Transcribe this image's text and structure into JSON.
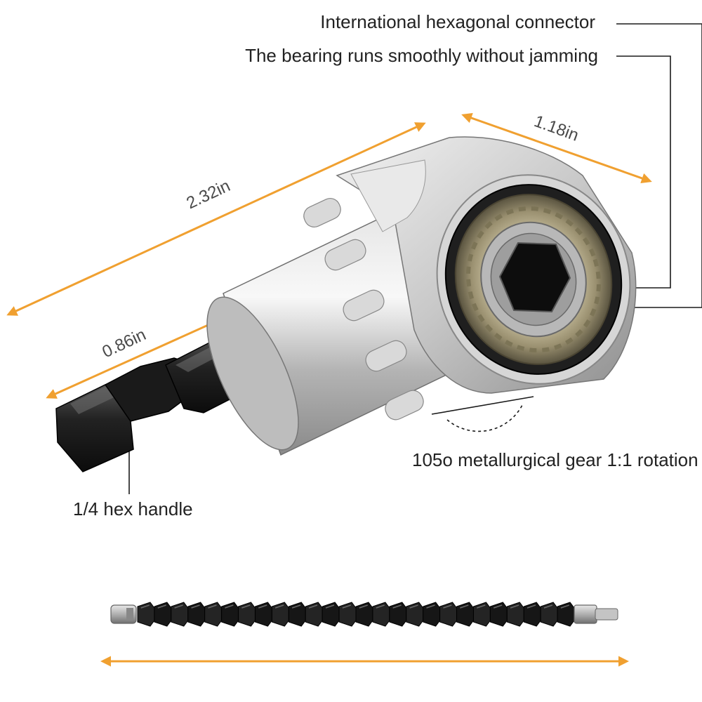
{
  "callouts": {
    "hex_connector": "International hexagonal connector",
    "bearing": "The bearing runs smoothly without jamming",
    "gear": "105o metallurgical gear 1:1 rotation",
    "hex_handle": "1/4 hex handle"
  },
  "dimensions": {
    "overall_length": "2.32in",
    "head_width": "1.18in",
    "shank_length": "0.86in"
  },
  "colors": {
    "arrow": "#f0a030",
    "leader_line": "#1a1a1a",
    "text": "#222222",
    "dimension_text": "#4a4a4a"
  },
  "icons": {
    "adapter": "right-angle-drill-adapter",
    "flex_shaft": "flexible-extension-shaft"
  }
}
